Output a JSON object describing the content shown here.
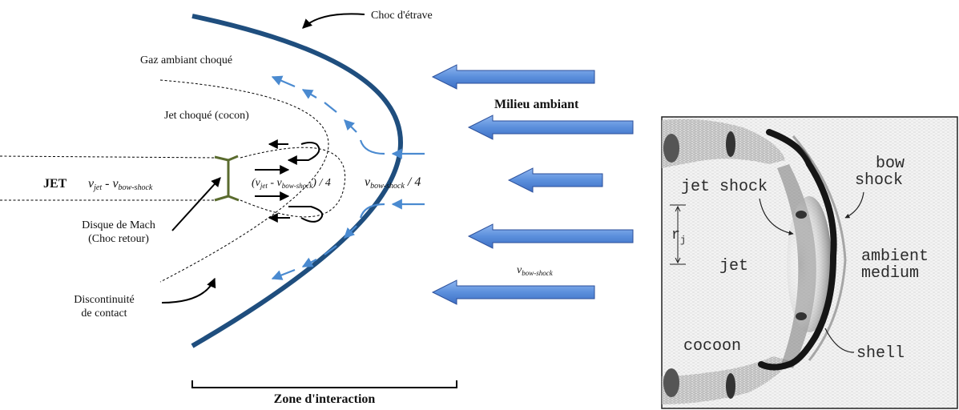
{
  "schematic": {
    "labels": {
      "bow_shock": "Choc d'étrave",
      "shocked_ambient": "Gaz ambiant choqué",
      "shocked_jet": "Jet choqué (cocon)",
      "jet": "JET",
      "jet_speed_v": "v",
      "jet_speed_sub1": "jet",
      "jet_speed_minus": " - ",
      "jet_speed_sub2": "bow-shock",
      "mach_disk_line1": "Disque de Mach",
      "mach_disk_line2": "(Choc retour)",
      "contact_line1": "Discontinuité",
      "contact_line2": "de contact",
      "inner_speed_open": "(v",
      "inner_speed_sub1": "jet",
      "inner_speed_minus": " - v",
      "inner_speed_sub2": "bow-shock",
      "inner_speed_close": ") / 4",
      "bow_speed_v": "v",
      "bow_speed_sub": "bow-shock",
      "bow_speed_div": " / 4",
      "ambient_medium": "Milieu ambiant",
      "ambient_speed_v": "v",
      "ambient_speed_sub": "bow-shock",
      "interaction_zone": "Zone d'interaction"
    },
    "colors": {
      "bow_shock": "#1f4e7e",
      "flow_arrows": "#4a8ad0",
      "ambient_arrows_fill": "#5b8fdc",
      "ambient_arrows_stroke": "#2b4f9a",
      "mach_disk": "#5a6b2e"
    }
  },
  "simulation_panel": {
    "labels": {
      "jet_shock": "jet shock",
      "bow_shock_line1": "bow",
      "bow_shock_line2": "shock",
      "jet_radius_r": "r",
      "jet_radius_sub": "j",
      "jet": "jet",
      "ambient_line1": "ambient",
      "ambient_line2": "medium",
      "cocoon": "cocoon",
      "shell": "shell"
    }
  }
}
